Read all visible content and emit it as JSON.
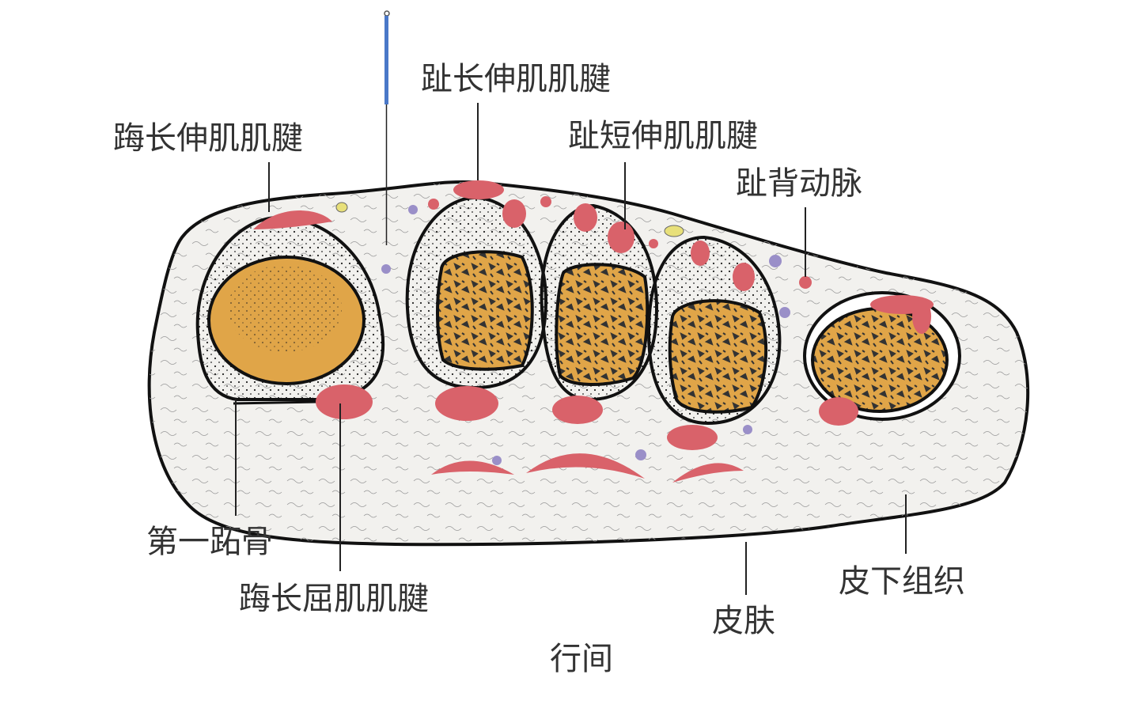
{
  "labels": {
    "edl": "趾长伸肌肌腱",
    "ehl": "踇长伸肌肌腱",
    "edb": "趾短伸肌肌腱",
    "dorsal_artery": "趾背动脉",
    "first_metatarsal": "第一跖骨",
    "fhl": "踇长屈肌肌腱",
    "skin": "皮肤",
    "subcutaneous": "皮下组织",
    "caption": "行间"
  },
  "colors": {
    "bone": "#e0a548",
    "tendon": "#d9626a",
    "tissue": "#f2f1ee",
    "needle": "#4a78c8",
    "vein": "#9a8fc8",
    "nerve": "#e8e07a"
  }
}
